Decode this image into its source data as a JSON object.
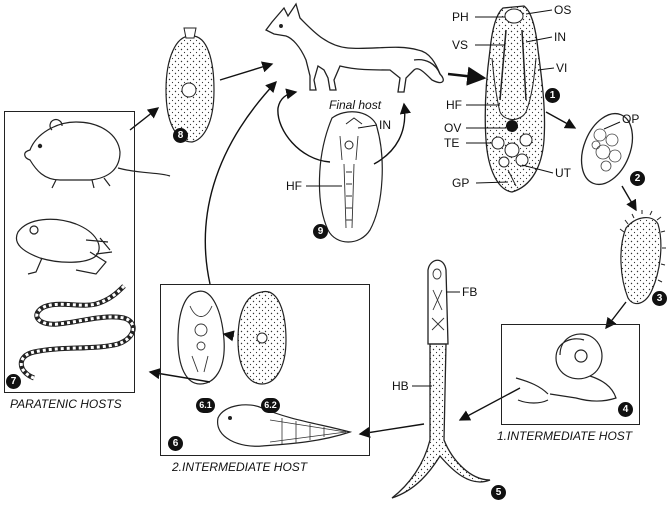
{
  "labels": {
    "final_host": "Final host",
    "paratenic_hosts": "PARATENIC HOSTS",
    "intermediate_host_1": "1.INTERMEDIATE HOST",
    "intermediate_host_2": "2.INTERMEDIATE HOST"
  },
  "adult_parts": {
    "ph": "PH",
    "os": "OS",
    "vs": "VS",
    "in": "IN",
    "vi": "VI",
    "hf": "HF",
    "ov": "OV",
    "te": "TE",
    "gp": "GP",
    "ut": "UT"
  },
  "egg_label": "OP",
  "mesocercaria_label": "IN",
  "mesocercaria_hf": "HF",
  "cercaria_parts": {
    "fb": "FB",
    "hb": "HB"
  },
  "stage_numbers": [
    "1",
    "2",
    "3",
    "4",
    "5",
    "6",
    "6.1",
    "6.2",
    "7",
    "8",
    "9"
  ]
}
